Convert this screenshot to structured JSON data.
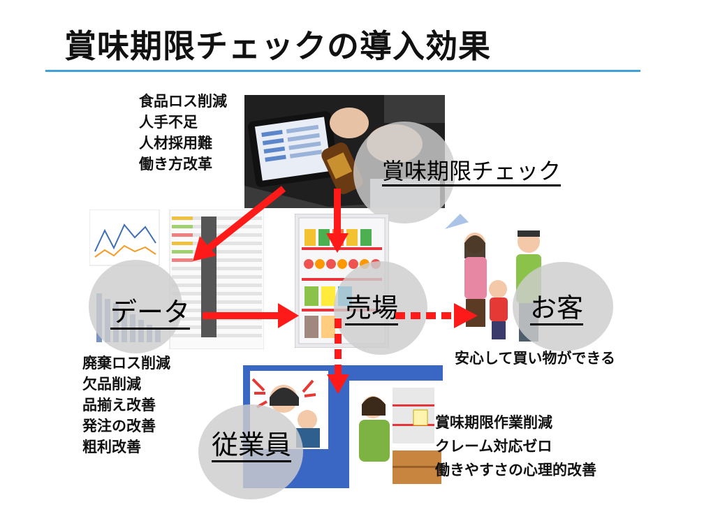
{
  "title": "賞味期限チェックの導入効果",
  "top_issues": [
    "食品ロス削減",
    "人手不足",
    "人材採用難",
    "働き方改革"
  ],
  "nodes": {
    "check": "賞味期限チェック",
    "data": "データ",
    "store": "売場",
    "customer": "お客",
    "staff": "従業員"
  },
  "data_effects": [
    "廃棄ロス削減",
    "欠品削減",
    "品揃え改善",
    "発注の改善",
    "粗利改善"
  ],
  "customer_effect": "安心して買い物ができる",
  "staff_effects": [
    "賞味期限作業削減",
    "クレーム対応ゼロ",
    "働きやすさの心理的改善"
  ],
  "colors": {
    "accent_rule": "#3ea1dc",
    "arrow": "#ff1a1a",
    "circle": "#cdcdcd",
    "staff_panel": "#3a66c4"
  },
  "icons": {
    "return_arrow": "triangle-up-arrow-icon"
  }
}
